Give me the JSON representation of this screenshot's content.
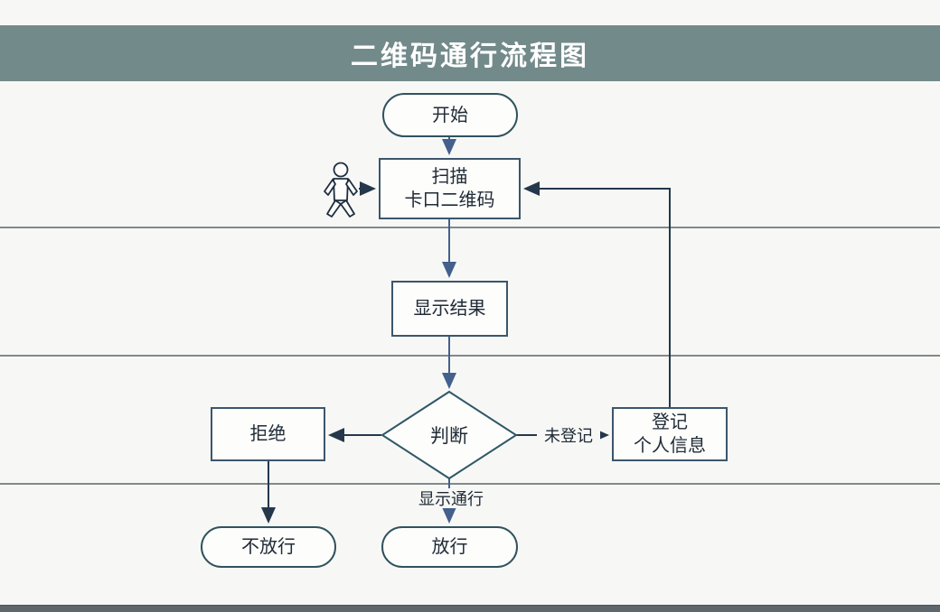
{
  "header": {
    "title": "二维码通行流程图"
  },
  "colors": {
    "title_bar_bg": "#738a8a",
    "title_text": "#ffffff",
    "canvas_bg": "#f7f8f6",
    "node_fill": "#fdfdfc",
    "rect_border": "#3c566b",
    "stadium_border": "#30525e",
    "diamond_border": "#2f5766",
    "arrow_dark": "#24374b",
    "arrow_blue": "#44608c",
    "lane_line": "#82898d",
    "bottom_band": "#5e686c"
  },
  "flowchart": {
    "nodes": {
      "start": {
        "label": "开始",
        "shape": "stadium"
      },
      "scan": {
        "line1": "扫描",
        "line2": "卡口二维码",
        "shape": "rect"
      },
      "result": {
        "label": "显示结果",
        "shape": "rect"
      },
      "decision": {
        "label": "判断",
        "shape": "diamond"
      },
      "reject": {
        "label": "拒绝",
        "shape": "rect"
      },
      "register": {
        "line1": "登记",
        "line2": "个人信息",
        "shape": "rect"
      },
      "no_pass": {
        "label": "不放行",
        "shape": "stadium"
      },
      "pass": {
        "label": "放行",
        "shape": "stadium"
      }
    },
    "edge_labels": {
      "not_registered": "未登记",
      "show_pass": "显示通行"
    },
    "icons": {
      "person": "person-icon"
    }
  }
}
